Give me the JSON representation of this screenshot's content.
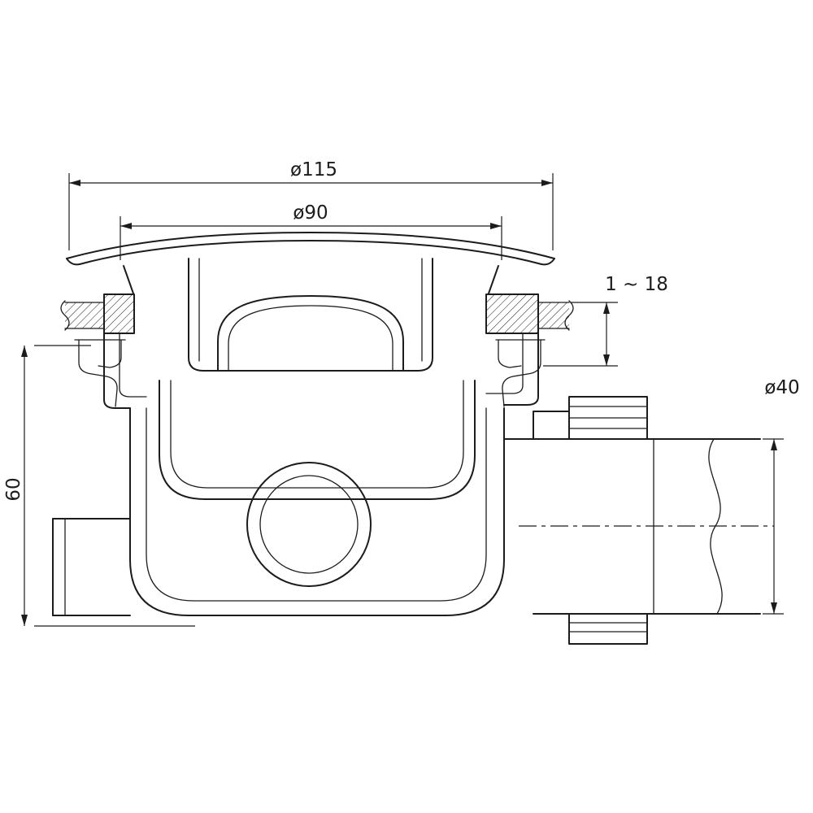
{
  "drawing": {
    "labels": {
      "dim_top_outer": "ø115",
      "dim_top_inner": "ø90",
      "dim_installation_range": "1 ~ 18",
      "dim_outlet_diameter": "ø40",
      "dim_body_height": "60"
    },
    "colors": {
      "line": "#1c1c1c",
      "background": "#ffffff"
    }
  }
}
